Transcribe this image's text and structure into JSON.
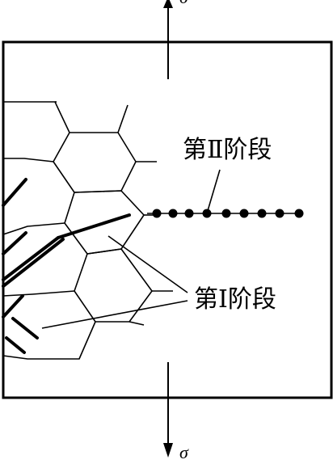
{
  "labels": {
    "stage_two": "第Ⅱ阶段",
    "stage_one": "第Ⅰ阶段",
    "stress_top": "σ",
    "stress_bottom": "σ"
  },
  "colors": {
    "ink": "#000000",
    "background": "#ffffff"
  }
}
